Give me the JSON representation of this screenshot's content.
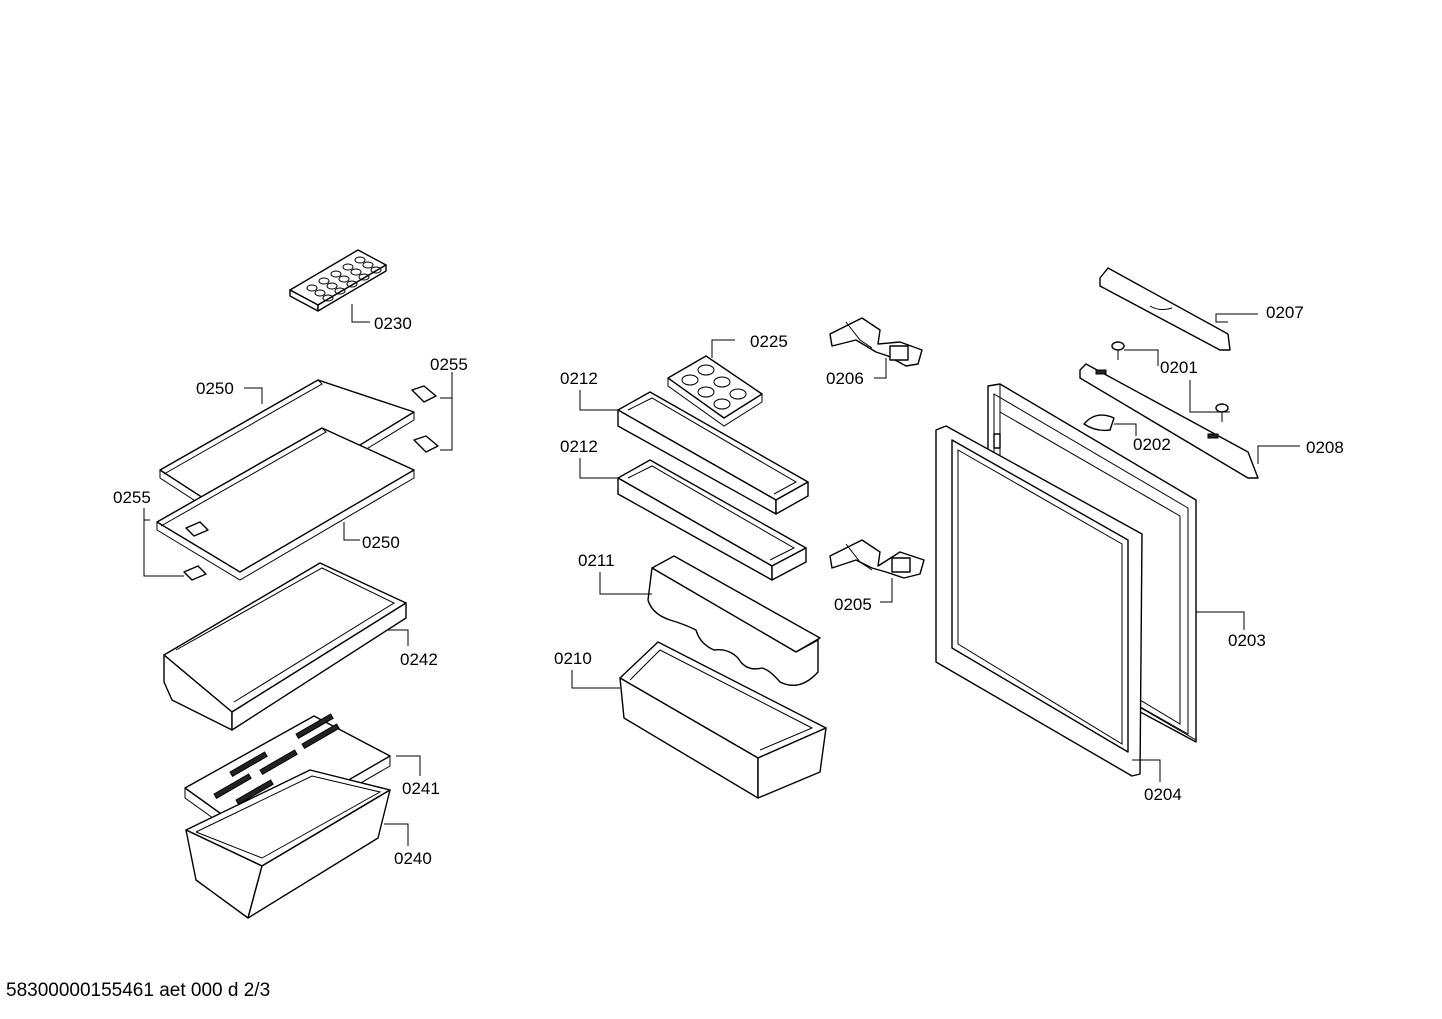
{
  "parts": [
    {
      "id": "0230"
    },
    {
      "id": "0250"
    },
    {
      "id": "0255"
    },
    {
      "id": "0242"
    },
    {
      "id": "0241"
    },
    {
      "id": "0240"
    },
    {
      "id": "0225"
    },
    {
      "id": "0212"
    },
    {
      "id": "0211"
    },
    {
      "id": "0210"
    },
    {
      "id": "0206"
    },
    {
      "id": "0205"
    },
    {
      "id": "0207"
    },
    {
      "id": "0201"
    },
    {
      "id": "0202"
    },
    {
      "id": "0208"
    },
    {
      "id": "0203"
    },
    {
      "id": "0204"
    }
  ],
  "footer": "58300000155461 aet 000 d 2/3"
}
